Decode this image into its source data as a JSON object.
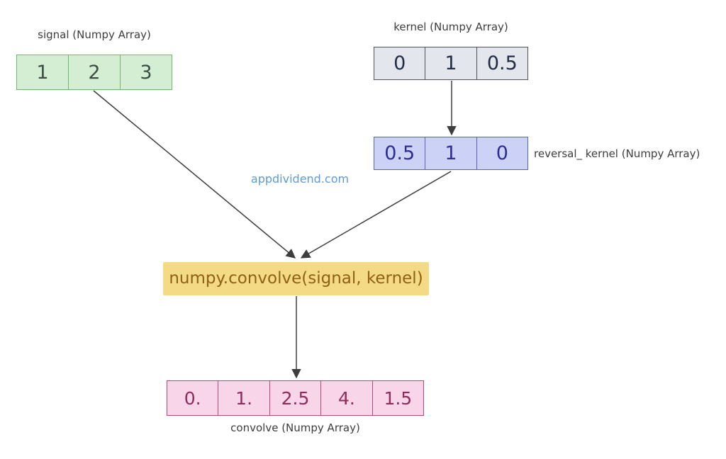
{
  "watermark": "appdividend.com",
  "signal": {
    "label": "signal (Numpy Array)",
    "values": [
      "1",
      "2",
      "3"
    ]
  },
  "kernel": {
    "label": "kernel (Numpy Array)",
    "values": [
      "0",
      "1",
      "0.5"
    ]
  },
  "reversal_kernel": {
    "label": "reversal_ kernel (Numpy Array)",
    "values": [
      "0.5",
      "1",
      "0"
    ]
  },
  "function_box": {
    "label": "numpy.convolve(signal, kernel)"
  },
  "convolve": {
    "label": "convolve (Numpy Array)",
    "values": [
      "0.",
      "1.",
      "2.5",
      "4.",
      "1.5"
    ]
  },
  "colors": {
    "signal_fill": "#d3eed3",
    "signal_border": "#70b870",
    "signal_text": "#3d4f44",
    "kernel_fill": "#e3e7ed",
    "kernel_border": "#4e535e",
    "kernel_text": "#222c45",
    "reversal_fill": "#ccd2f5",
    "reversal_border": "#5a60c8",
    "reversal_text": "#2d2d93",
    "func_fill": "#f4da84",
    "func_text": "#8f6118",
    "convolve_fill": "#f8d5e8",
    "convolve_border": "#c14478",
    "convolve_text": "#8e2c5d",
    "label": "#3d3d3d",
    "watermark": "#5c9cd6",
    "arrow": "#3d3d3d"
  }
}
